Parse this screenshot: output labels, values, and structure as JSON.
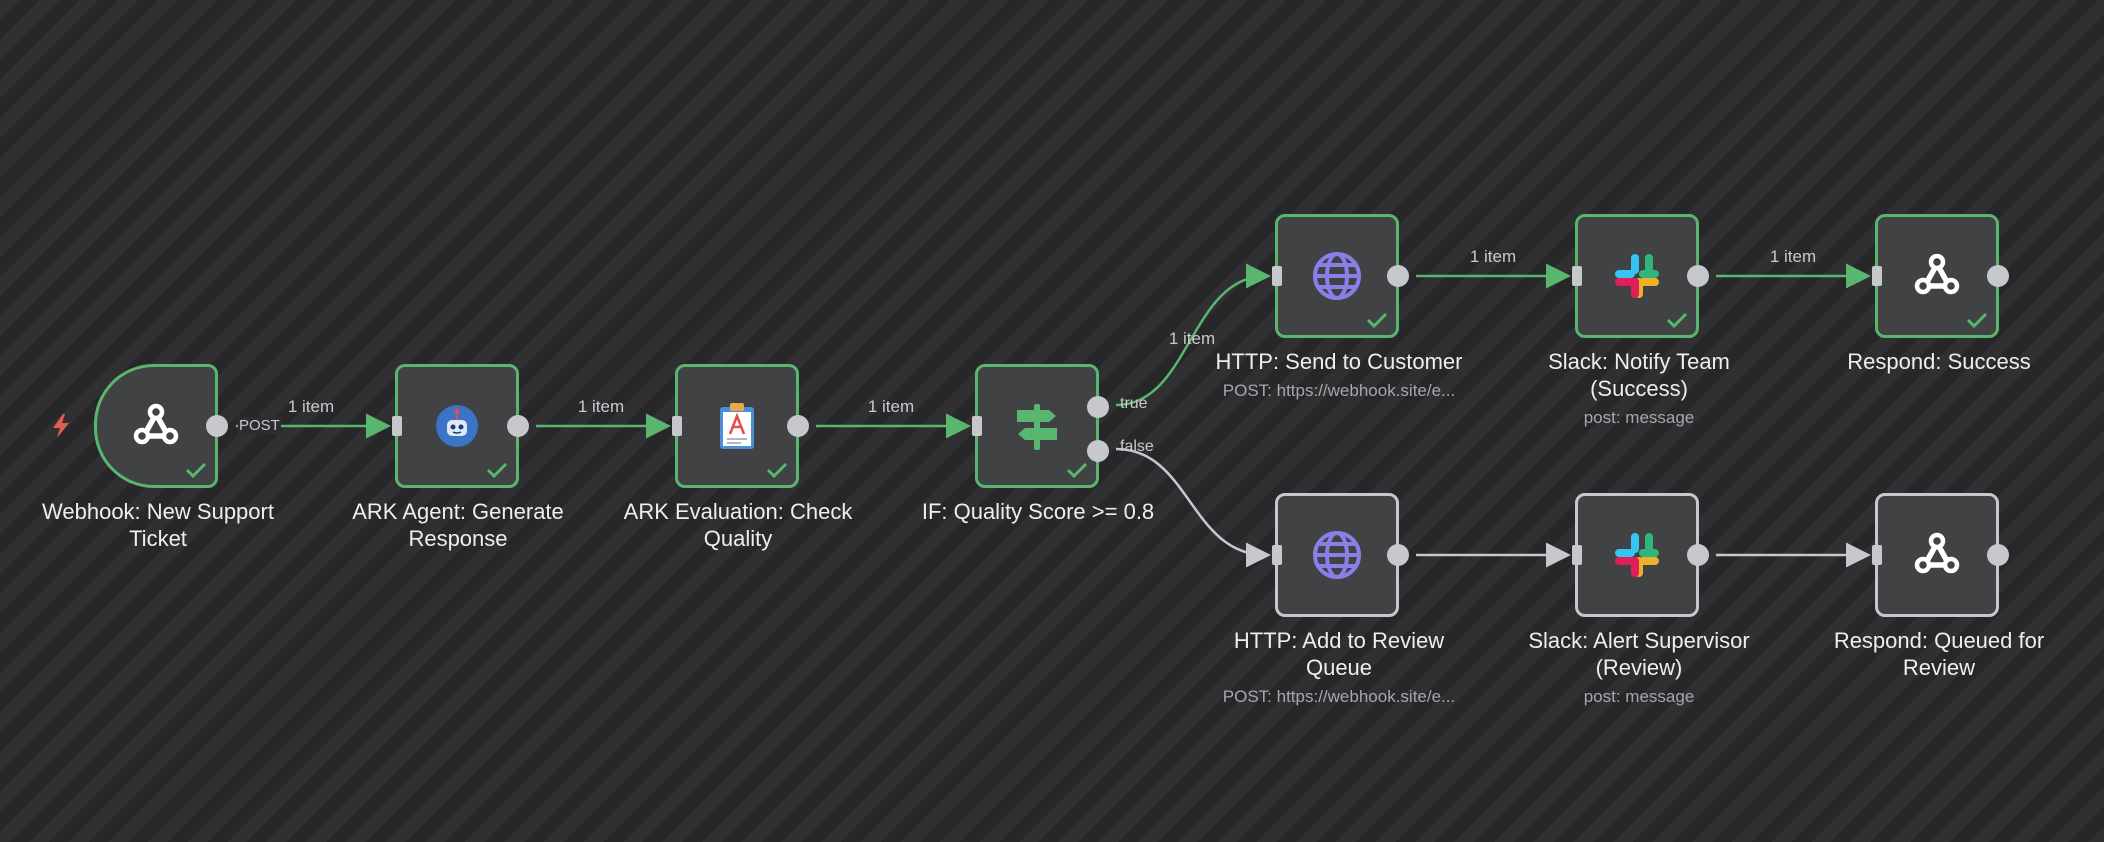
{
  "colors": {
    "success": "#58b66f",
    "inactive": "#c7c8cc",
    "trigger_bolt": "#e0604f",
    "canvas": "#2b2b2d"
  },
  "trigger_icon": "lightning-bolt-icon",
  "nodes": [
    {
      "id": "webhook",
      "title_lines": [
        "Webhook: New Support",
        "Ticket"
      ],
      "subtitle": "",
      "icon": "webhook-icon",
      "status": "success"
    },
    {
      "id": "ark_agent",
      "title_lines": [
        "ARK Agent: Generate",
        "Response"
      ],
      "subtitle": "",
      "icon": "robot-icon",
      "status": "success"
    },
    {
      "id": "ark_eval",
      "title_lines": [
        "ARK Evaluation: Check",
        "Quality"
      ],
      "subtitle": "",
      "icon": "clipboard-icon",
      "status": "success"
    },
    {
      "id": "if_quality",
      "title_lines": [
        "IF: Quality Score >= 0.8"
      ],
      "subtitle": "",
      "icon": "signpost-icon",
      "status": "success",
      "outputs": [
        "true",
        "false"
      ]
    },
    {
      "id": "http_customer",
      "title_lines": [
        "HTTP: Send to Customer"
      ],
      "subtitle": "POST: https://webhook.site/e...",
      "icon": "globe-icon",
      "status": "success"
    },
    {
      "id": "slack_notify",
      "title_lines": [
        "Slack: Notify Team",
        "(Success)"
      ],
      "subtitle": "post: message",
      "icon": "slack-icon",
      "status": "success"
    },
    {
      "id": "respond_success",
      "title_lines": [
        "Respond: Success"
      ],
      "subtitle": "",
      "icon": "webhook-icon",
      "status": "success"
    },
    {
      "id": "http_review",
      "title_lines": [
        "HTTP: Add to Review",
        "Queue"
      ],
      "subtitle": "POST: https://webhook.site/e...",
      "icon": "globe-icon",
      "status": "idle"
    },
    {
      "id": "slack_alert",
      "title_lines": [
        "Slack: Alert Supervisor",
        "(Review)"
      ],
      "subtitle": "post: message",
      "icon": "slack-icon",
      "status": "idle"
    },
    {
      "id": "respond_queued",
      "title_lines": [
        "Respond: Queued for",
        "Review"
      ],
      "subtitle": "",
      "icon": "webhook-icon",
      "status": "idle"
    }
  ],
  "edges": [
    {
      "from": "webhook",
      "to": "ark_agent",
      "label": "1 item",
      "status": "success"
    },
    {
      "from": "ark_agent",
      "to": "ark_eval",
      "label": "1 item",
      "status": "success"
    },
    {
      "from": "ark_eval",
      "to": "if_quality",
      "label": "1 item",
      "status": "success"
    },
    {
      "from": "if_quality",
      "to": "http_customer",
      "branch": "true",
      "label": "1 item",
      "status": "success"
    },
    {
      "from": "http_customer",
      "to": "slack_notify",
      "label": "1 item",
      "status": "success"
    },
    {
      "from": "slack_notify",
      "to": "respond_success",
      "label": "1 item",
      "status": "success"
    },
    {
      "from": "if_quality",
      "to": "http_review",
      "branch": "false",
      "label": "",
      "status": "idle"
    },
    {
      "from": "http_review",
      "to": "slack_alert",
      "label": "",
      "status": "idle"
    },
    {
      "from": "slack_alert",
      "to": "respond_queued",
      "label": "",
      "status": "idle"
    }
  ],
  "webhook_method_label": "POST",
  "branch_labels": {
    "true": "true",
    "false": "false"
  }
}
